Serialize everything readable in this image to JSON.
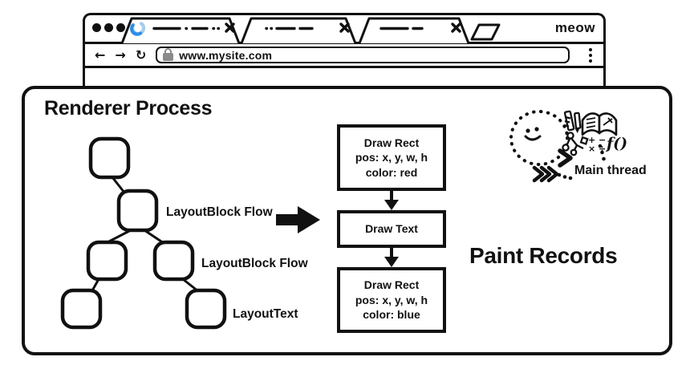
{
  "browser": {
    "brand": "meow",
    "address": {
      "url": "www.mysite.com"
    }
  },
  "diagram": {
    "title": "Renderer Process",
    "tree": {
      "labels": [
        "LayoutBlock Flow",
        "LayoutBlock Flow",
        "LayoutText"
      ]
    },
    "paint": {
      "heading": "Paint Records",
      "records": [
        {
          "line1": "Draw Rect",
          "line2": "pos: x, y, w, h",
          "line3": "color: red"
        },
        {
          "line1": "Draw Text"
        },
        {
          "line1": "Draw Rect",
          "line2": "pos: x, y, w, h",
          "line3": "color: blue"
        }
      ]
    },
    "main_thread": {
      "label": "Main thread",
      "math_row1": "+ −",
      "math_row2": "× ÷",
      "fn": "f()"
    }
  },
  "colors": {
    "ink": "#111111",
    "spinner_dark": "#2e8ee8",
    "spinner_light": "#a5ccf0",
    "lock_gray": "#8a8a8a"
  }
}
